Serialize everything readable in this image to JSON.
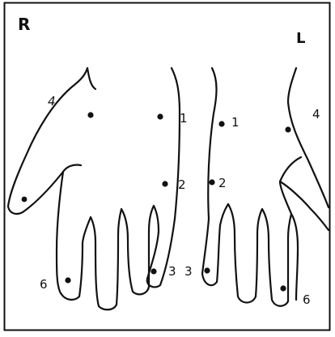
{
  "sides": {
    "right": "R",
    "left": "L"
  },
  "right_hand": {
    "points": [
      {
        "label": "1"
      },
      {
        "label": "2"
      },
      {
        "label": "3"
      },
      {
        "label": "4"
      },
      {
        "label": "6"
      }
    ]
  },
  "left_hand": {
    "points": [
      {
        "label": "1"
      },
      {
        "label": "2"
      },
      {
        "label": "3"
      },
      {
        "label": "4"
      },
      {
        "label": "6"
      }
    ]
  },
  "colors": {
    "ink": "#111111",
    "paper": "#ffffff"
  }
}
